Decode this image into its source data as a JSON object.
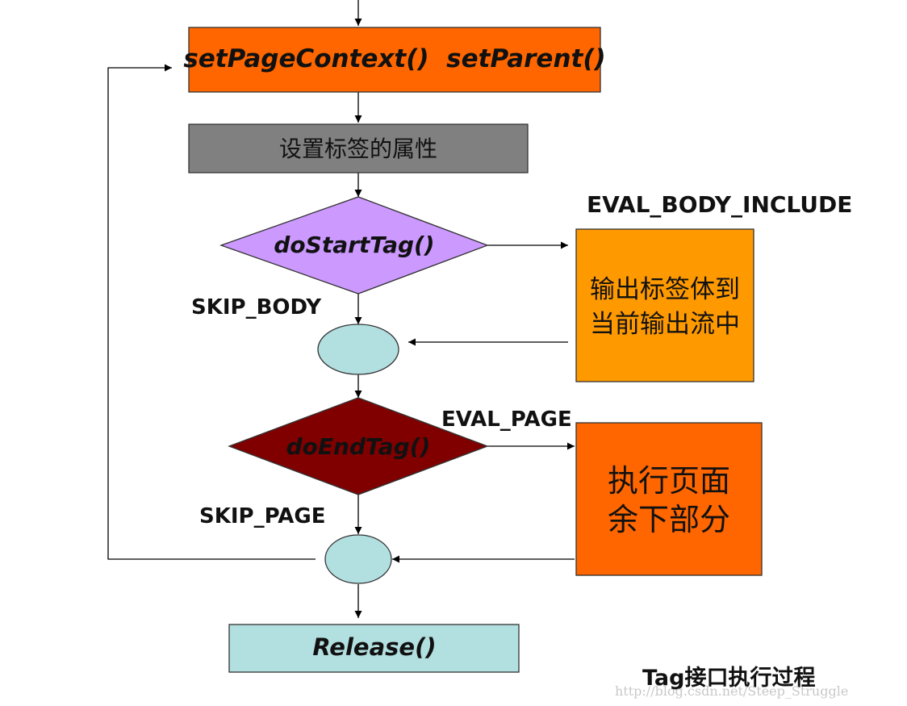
{
  "nodes": {
    "set_context": "setPageContext()  setParent()",
    "set_attrs": "设置标签的属性",
    "do_start_tag": "doStartTag()",
    "output_body_line1": "输出标签体到",
    "output_body_line2": "当前输出流中",
    "do_end_tag": "doEndTag()",
    "exec_rest_line1": "执行页面",
    "exec_rest_line2": "余下部分",
    "release": "Release()"
  },
  "edges": {
    "eval_body_include": "EVAL_BODY_INCLUDE",
    "skip_body": "SKIP_BODY",
    "eval_page": "EVAL_PAGE",
    "skip_page": "SKIP_PAGE"
  },
  "caption": "Tag接口执行过程",
  "watermark": "http://blog.csdn.net/Steep_Struggle",
  "colors": {
    "set_context": "#ff6600",
    "set_attrs": "#808080",
    "do_start_tag": "#cc99ff",
    "output_body": "#ff9900",
    "junction": "#b2dfe0",
    "do_end_tag": "#800000",
    "exec_rest": "#ff6600",
    "release": "#b2dfe0"
  }
}
